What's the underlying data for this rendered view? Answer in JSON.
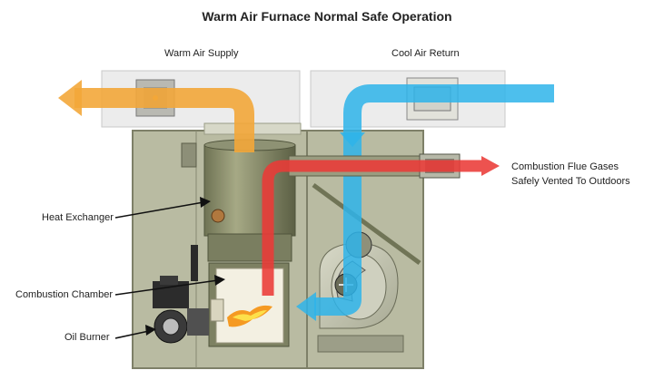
{
  "title": "Warm Air Furnace Normal Safe Operation",
  "labels": {
    "warm_air_supply": "Warm Air Supply",
    "cool_air_return": "Cool Air Return",
    "flue_line1": "Combustion Flue Gases",
    "flue_line2": "Safely Vented To Outdoors",
    "heat_exchanger": "Heat Exchanger",
    "combustion_chamber": "Combustion Chamber",
    "oil_burner": "Oil Burner"
  },
  "colors": {
    "warm_air": "#f3a73a",
    "cool_air": "#2eb4ea",
    "flue_gas": "#ea3a37",
    "cabinet": "#b9bba2",
    "duct": "#ececec"
  }
}
